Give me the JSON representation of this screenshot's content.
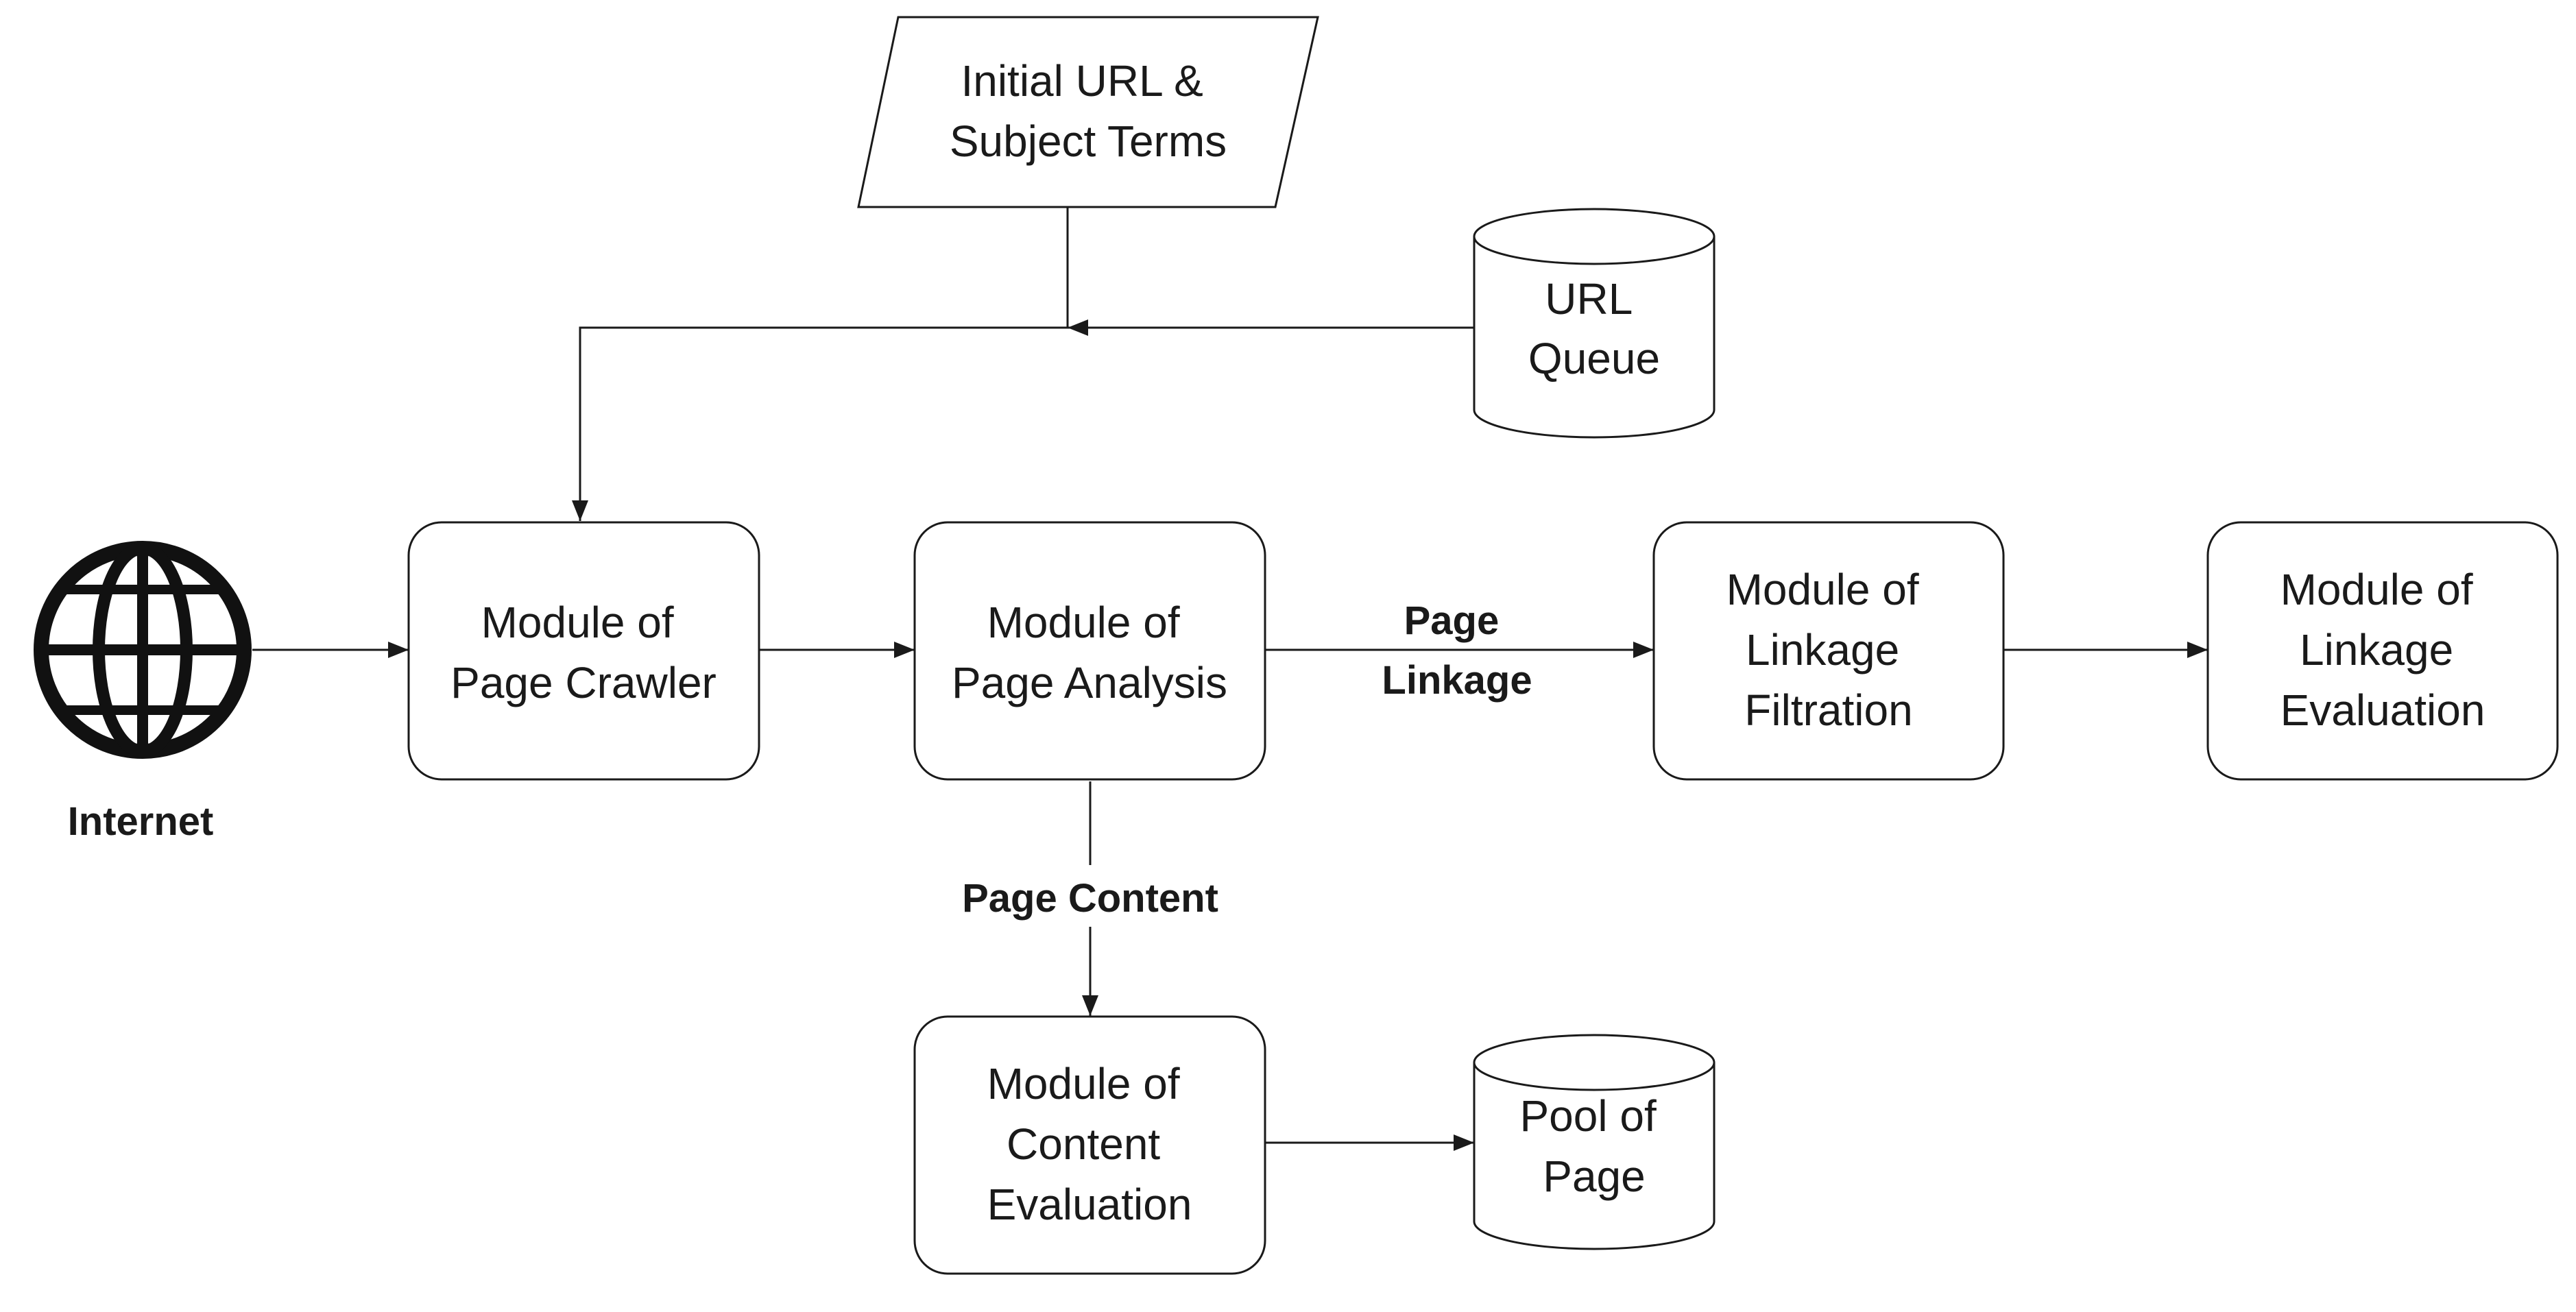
{
  "diagram": {
    "globe": {
      "icon": "globe-icon",
      "label": "Internet"
    },
    "nodes": {
      "initial_url": {
        "lines": [
          "Initial URL &",
          "Subject Terms"
        ]
      },
      "url_queue": {
        "lines": [
          "URL",
          "Queue"
        ]
      },
      "page_crawler": {
        "lines": [
          "Module of",
          "Page Crawler"
        ]
      },
      "page_analysis": {
        "lines": [
          "Module of",
          "Page Analysis"
        ]
      },
      "linkage_filtration": {
        "lines": [
          "Module of",
          "Linkage",
          "Filtration"
        ]
      },
      "linkage_evaluation": {
        "lines": [
          "Module of",
          "Linkage",
          "Evaluation"
        ]
      },
      "content_evaluation": {
        "lines": [
          "Module of",
          "Content",
          "Evaluation"
        ]
      },
      "pool_of_page": {
        "lines": [
          "Pool of",
          "Page"
        ]
      }
    },
    "edge_labels": {
      "page_linkage": [
        "Page",
        "Linkage"
      ],
      "page_content": [
        "Page Content"
      ]
    },
    "colors": {
      "stroke": "#1a1a1a",
      "background": "#ffffff"
    }
  }
}
